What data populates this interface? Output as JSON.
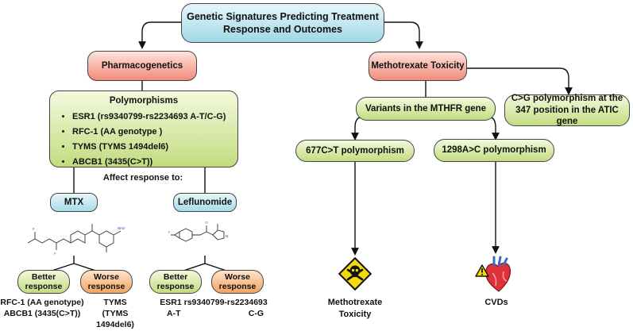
{
  "title": "Genetic Signatures Predicting Treatment Response and Outcomes",
  "pharmacogenetics": {
    "label": "Pharmacogenetics",
    "polymorphisms_title": "Polymorphisms",
    "polymorphisms": [
      "ESR1 (rs9340799-rs2234693 A-T/C-G)",
      "RFC-1 (AA genotype )",
      "TYMS (TYMS 1494del6)",
      "ABCB1 (3435(C>T))"
    ],
    "affect_label": "Affect response to:",
    "mtx": {
      "label": "MTX",
      "better": "Better response",
      "worse": "Worse response",
      "better_note_line1": "RFC-1 (AA genotype)",
      "better_note_line2": "ABCB1 (3435(C>T))",
      "worse_note_line1": "TYMS",
      "worse_note_line2": "(TYMS 1494del6)"
    },
    "leflunomide": {
      "label": "Leflunomide",
      "better": "Better response",
      "worse": "Worse response",
      "note_line1": "ESR1 rs9340799-rs2234693",
      "note_left": "A-T",
      "note_right": "C-G"
    }
  },
  "toxicity": {
    "label": "Methotrexate Toxicity",
    "mthfr": "Variants in the MTHFR gene",
    "atic": "C>G polymorphism at the 347 position in the ATIC gene",
    "c677": "677C>T polymorphism",
    "a1298": "1298A>C polymorphism",
    "outcome_toxicity": "Methotrexate Toxicity",
    "outcome_cvd": "CVDs"
  },
  "chem_labels": {
    "mtx_f1": "F",
    "mtx_f2": "F",
    "mtx_nh2": "NH2",
    "lef_f": "F",
    "lef_o": "O",
    "lef_n": "N"
  }
}
